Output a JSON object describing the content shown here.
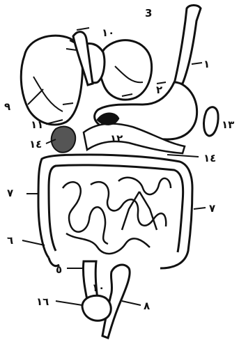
{
  "figure": {
    "number": "3",
    "labels": {
      "esophagus": "١",
      "stomach": "٢",
      "pancreas": "١٢",
      "spleen": "١٣",
      "gallbladder": "١١",
      "liver": "٩",
      "gallbladder_left": "١٤",
      "duct_right": "١٤",
      "small_intestine": "٧",
      "colon_right": "٧",
      "appendix": "٦",
      "cecum_label": "٥",
      "rectum": "١٠",
      "anus": "٨",
      "bladder": "١٦",
      "bile_duct": "١٠"
    }
  },
  "colors": {
    "ink": "#111111",
    "paper": "#ffffff"
  }
}
